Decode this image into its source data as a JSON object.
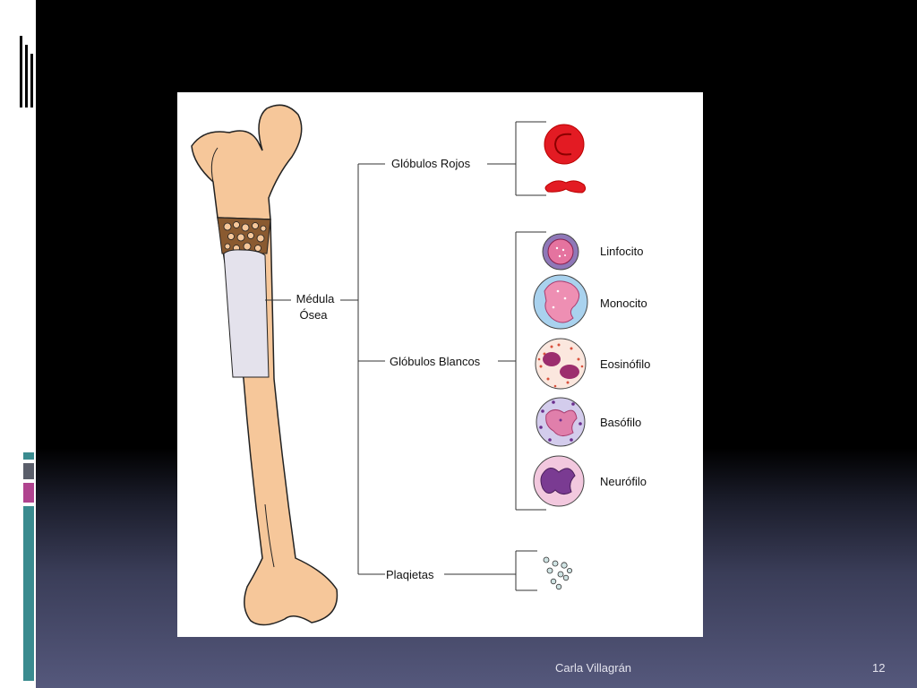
{
  "diagram": {
    "bone_label_line1": "Médula",
    "bone_label_line2": "Ósea",
    "branches": {
      "red": "Glóbulos Rojos",
      "white": "Glóbulos Blancos",
      "platelets": "Plaqietas"
    },
    "white_cells": [
      "Linfocito",
      "Monocito",
      "Eosinófilo",
      "Basófilo",
      "Neurófilo"
    ]
  },
  "footer": {
    "author": "Carla Villagrán",
    "page_number": "12"
  },
  "colors": {
    "bone": "#f6c79a",
    "marrow": "#e4e2ec",
    "red_cell": "#e31b23",
    "cell_outer": "#a9d2ee",
    "nucleus": "#b0366f",
    "accent_teal": "#3a8b8f",
    "accent_magenta": "#b0438f"
  }
}
